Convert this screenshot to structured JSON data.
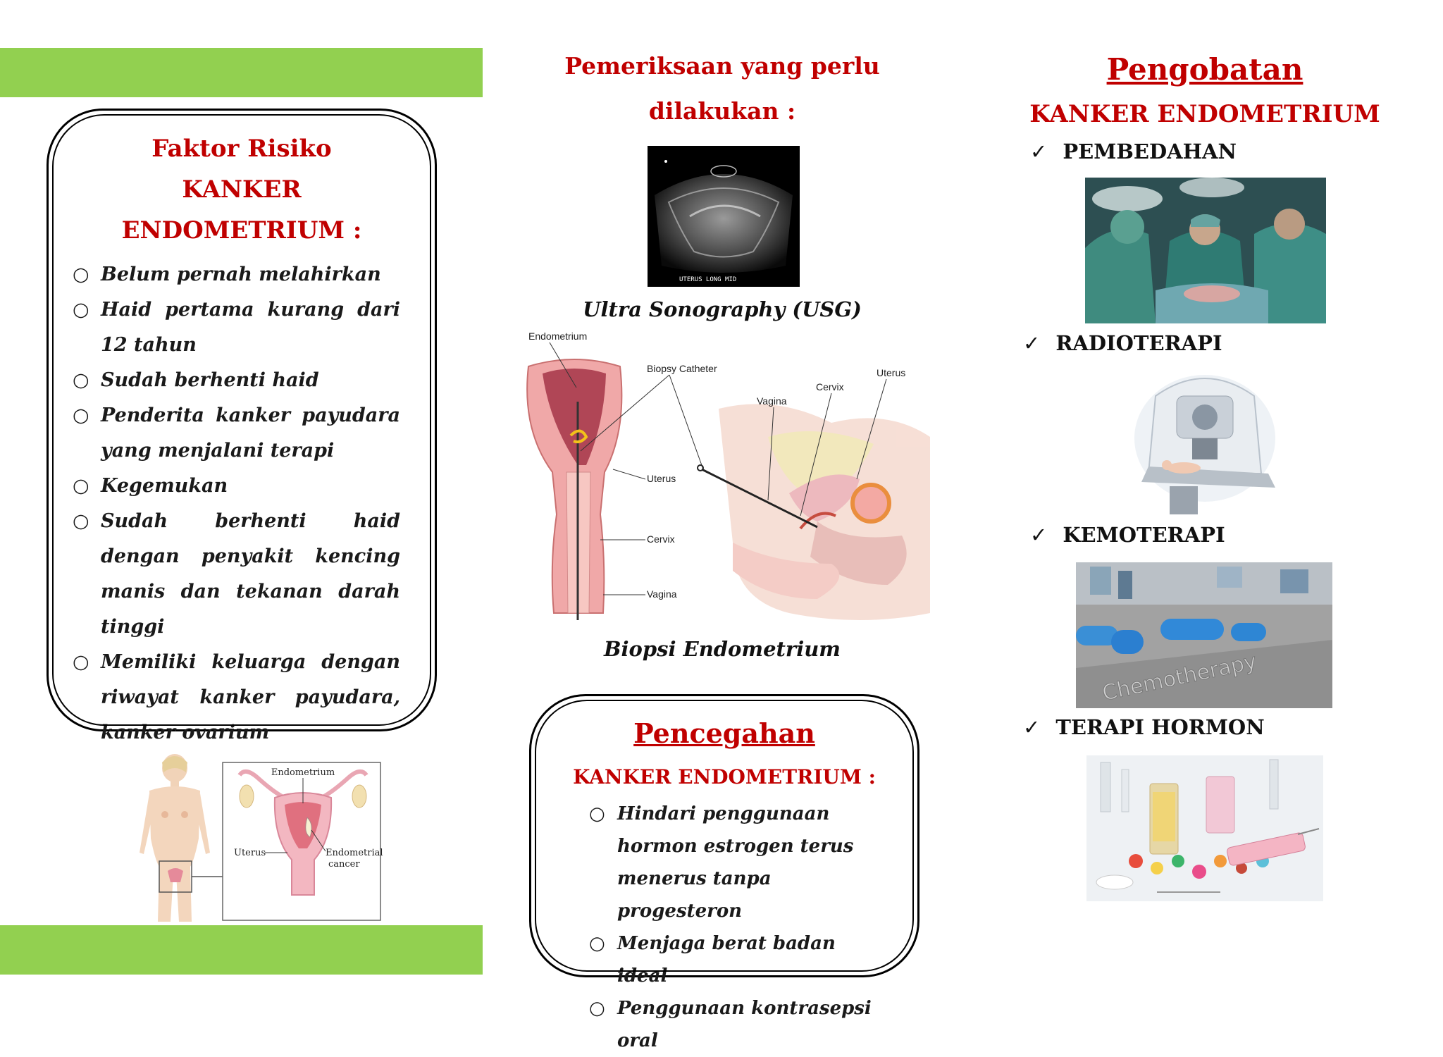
{
  "left": {
    "risk_title_line1": "Faktor Risiko",
    "risk_title_line2": "KANKER",
    "risk_title_line3": "ENDOMETRIUM :",
    "risk_items": [
      "Belum pernah melahirkan",
      "Haid pertama kurang dari 12 tahun",
      "Sudah berhenti haid",
      "Penderita kanker payudara yang menjalani terapi",
      "Kegemukan",
      "Sudah berhenti haid dengan penyakit kencing manis dan tekanan darah tinggi",
      "Memiliki keluarga dengan riwayat kanker payudara, kanker ovarium"
    ],
    "diagram_labels": {
      "endometrium": "Endometrium",
      "uterus": "Uterus",
      "cancer_line1": "Endometrial",
      "cancer_line2": "cancer"
    }
  },
  "middle": {
    "exam_title_line1": "Pemeriksaan yang perlu",
    "exam_title_line2": "dilakukan :",
    "usg_overlay": "UTERUS LONG MID",
    "usg_caption": "Ultra Sonography (USG)",
    "biopsy_labels": {
      "endometrium": "Endometrium",
      "catheter": "Biopsy Catheter",
      "uterus_left": "Uterus",
      "cervix_left": "Cervix",
      "vagina_left": "Vagina",
      "vagina_right": "Vagina",
      "cervix_right": "Cervix",
      "uterus_right": "Uterus"
    },
    "biopsy_caption": "Biopsi Endometrium",
    "prevention_title": "Pencegahan",
    "prevention_subtitle": "KANKER ENDOMETRIUM :",
    "prevention_items": [
      "Hindari penggunaan hormon estrogen terus menerus tanpa progesteron",
      "Menjaga berat badan ideal",
      "Penggunaan kontrasepsi oral"
    ]
  },
  "right": {
    "treatment_title": "Pengobatan",
    "treatment_subtitle": "KANKER ENDOMETRIUM",
    "treatments": [
      "PEMBEDAHAN",
      "RADIOTERAPI",
      "KEMOTERAPI",
      "TERAPI HORMON"
    ],
    "chemo_image_text": "Chemotherapy"
  },
  "colors": {
    "green_bar": "#92d050",
    "heading_red": "#c00000"
  },
  "icons": {
    "bullet": "circle-bullet-icon",
    "check": "check-icon"
  }
}
